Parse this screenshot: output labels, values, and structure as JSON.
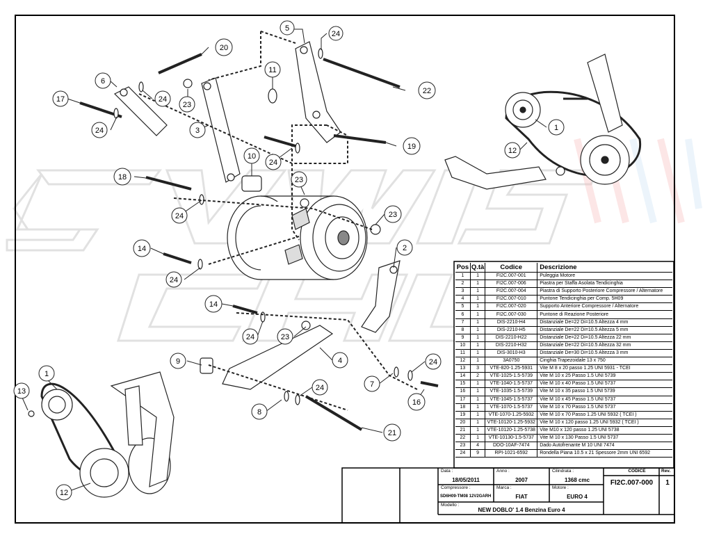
{
  "callouts": {
    "n1a": "1",
    "n1b": "1",
    "n2": "2",
    "n3": "3",
    "n4": "4",
    "n5": "5",
    "n6": "6",
    "n7": "7",
    "n8": "8",
    "n9": "9",
    "n10": "10",
    "n11": "11",
    "n12a": "12",
    "n12b": "12",
    "n13": "13",
    "n14a": "14",
    "n14b": "14",
    "n16": "16",
    "n17": "17",
    "n18": "18",
    "n19": "19",
    "n20": "20",
    "n21": "21",
    "n22": "22",
    "n23a": "23",
    "n23b": "23",
    "n23c": "23",
    "n23d": "23",
    "n24a": "24",
    "n24b": "24",
    "n24c": "24",
    "n24d": "24",
    "n24e": "24",
    "n24f": "24",
    "n24g": "24",
    "n24h": "24",
    "n24i": "24"
  },
  "table": {
    "headers": {
      "pos": "Pos",
      "qta": "Q.tà",
      "codice": "Codice",
      "descrizione": "Descrizione"
    },
    "rows": [
      {
        "pos": "1",
        "qta": "1",
        "code": "FI2C.007-001",
        "desc": "Puleggia Motore"
      },
      {
        "pos": "2",
        "qta": "1",
        "code": "FI2C.007-006",
        "desc": "Piastra per Staffa Asolata Tendicinghia"
      },
      {
        "pos": "3",
        "qta": "1",
        "code": "FI2C.007-004",
        "desc": "Piastra di Supporto Posteriore Compressore / Alternatore"
      },
      {
        "pos": "4",
        "qta": "1",
        "code": "FI2C.007-010",
        "desc": "Puntone Tendicinghia per Comp. 5H09"
      },
      {
        "pos": "5",
        "qta": "1",
        "code": "FI2C.007-020",
        "desc": "Supporto Anteriore Compressore / Alternatore"
      },
      {
        "pos": "6",
        "qta": "1",
        "code": "FI2C.007-030",
        "desc": "Puntone di Reazione Posteriore"
      },
      {
        "pos": "7",
        "qta": "1",
        "code": "DIS-2210-H4",
        "desc": "Distanziale De=22 Di=10.5 Altezza 4 mm"
      },
      {
        "pos": "8",
        "qta": "1",
        "code": "DIS-2210-H5",
        "desc": "Distanziale De=22 Di=10.5 Altezza 5 mm"
      },
      {
        "pos": "9",
        "qta": "1",
        "code": "DIS-2210-H22",
        "desc": "Distanziale De=22 Di=10.5 Altezza 22 mm"
      },
      {
        "pos": "10",
        "qta": "1",
        "code": "DIS-2210-H32",
        "desc": "Distanziale De=22 Di=10.5 Altezza 32 mm"
      },
      {
        "pos": "11",
        "qta": "1",
        "code": "DIS-3010-H3",
        "desc": "Distanziale De=30 Di=10.5 Altezza 3 mm"
      },
      {
        "pos": "12",
        "qta": "1",
        "code": "3A0750",
        "desc": "Cinghia Trapezoidale 13 x 750"
      },
      {
        "pos": "13",
        "qta": "3",
        "code": "VTE-820-1.25-5931",
        "desc": "Vite M 8 x 20 passo 1.25 UNI 5931 - TCEI"
      },
      {
        "pos": "14",
        "qta": "2",
        "code": "VTE-1025-1.5-5739",
        "desc": "Vite M 10 x 25 Passo 1.5 UNI 5739"
      },
      {
        "pos": "15",
        "qta": "1",
        "code": "VTE-1040-1.5-5737",
        "desc": "Vite M 10 x 40 Passo 1.5 UNI 5737"
      },
      {
        "pos": "16",
        "qta": "1",
        "code": "VTE-1035-1.5-5739",
        "desc": "Vite M 10 x 35 passo 1.5 UNI 5739"
      },
      {
        "pos": "17",
        "qta": "1",
        "code": "VTE-1045-1.5-5737",
        "desc": "Vite M 10 x 45 Passo 1.5 UNI 5737"
      },
      {
        "pos": "18",
        "qta": "1",
        "code": "VTE-1070-1.5-5737",
        "desc": "Vite M 10 x 70 Passo 1.5 UNI 5737"
      },
      {
        "pos": "19",
        "qta": "1",
        "code": "VTE-1070-1.25-5932",
        "desc": "Vite M 10 x 70 Passo 1.25 UNI 5932 ( TCEI )"
      },
      {
        "pos": "20",
        "qta": "1",
        "code": "VTE-10120-1.25-5932",
        "desc": "Vite M 10 x 120 passo 1.25 UNI 5932 ( TCEI )"
      },
      {
        "pos": "21",
        "qta": "1",
        "code": "VTE-10120-1.25-5738",
        "desc": "Vite M10 x 120 passo 1.25 UNI 5738"
      },
      {
        "pos": "22",
        "qta": "1",
        "code": "VTE-10130-1.5-5737",
        "desc": "Vite M 10 x 130 Passo 1.5 UNI 5737"
      },
      {
        "pos": "23",
        "qta": "4",
        "code": "DDO-10AF-7474",
        "desc": "Dado Autofrenante M 10 UNI 7474"
      },
      {
        "pos": "24",
        "qta": "9",
        "code": "RPI-1021-6592",
        "desc": "Rondella Piana 10.5 x 21 Spessore 2mm  UNI 6592"
      }
    ]
  },
  "title_block": {
    "data_label": "Data :",
    "data_value": "18/05/2011",
    "anno_label": "Anno :",
    "anno_value": "2007",
    "cilindrata_label": "Cilindrata :",
    "cilindrata_value": "1368 cmc",
    "codice_label": "CODICE",
    "codice_value": "FI2C.007-000",
    "rev_label": "Rev.",
    "rev_value": "1",
    "compressore_label": "Compressore :",
    "compressore_value": "SD6H09-TM08 12V2GARH",
    "marca_label": "Marca :",
    "marca_value": "FIAT",
    "motore_label": "Motore :",
    "motore_value": "EURO 4",
    "modello_label": "Modello :",
    "modello_value": "NEW DOBLO' 1.4 Benzina Euro 4"
  }
}
